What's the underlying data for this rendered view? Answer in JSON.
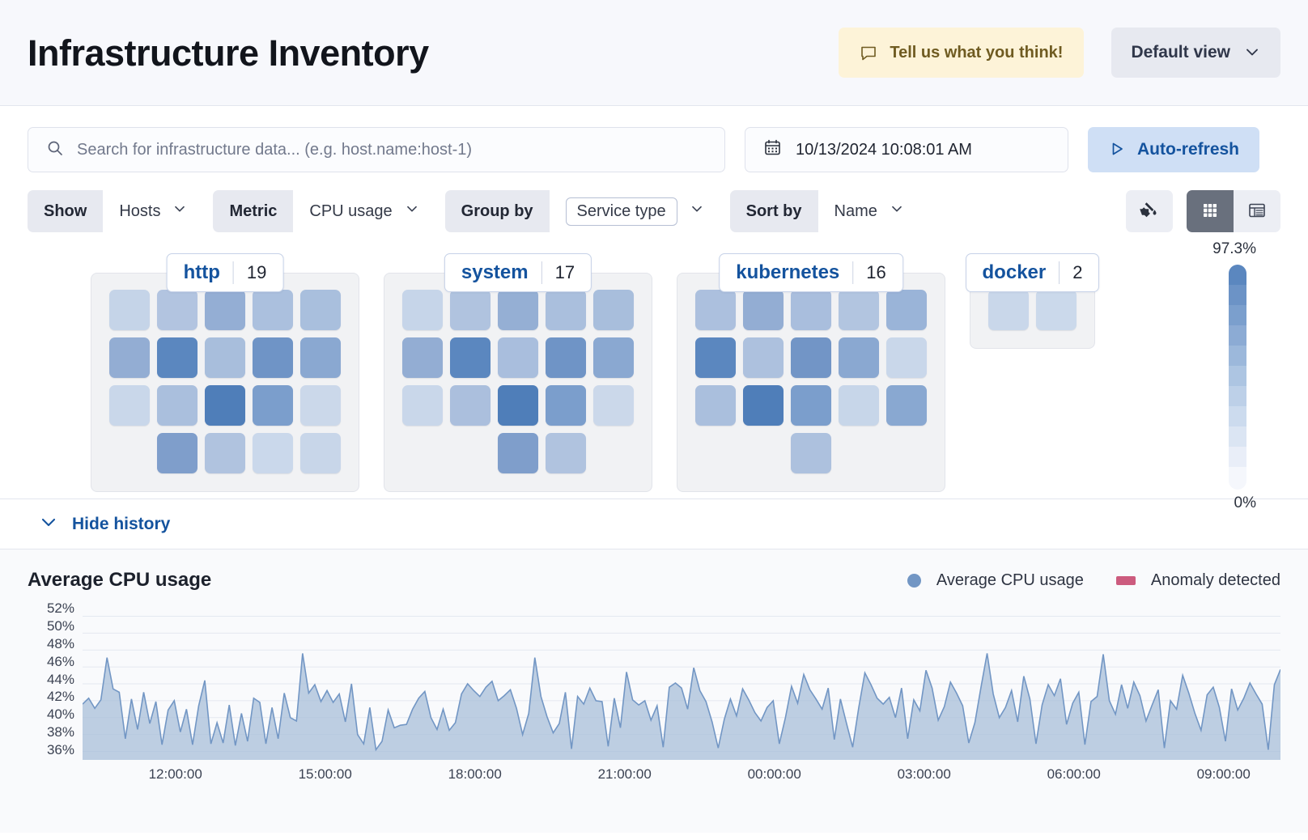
{
  "header": {
    "title": "Infrastructure Inventory",
    "feedback_label": "Tell us what you think!",
    "feedback_icon": "chat-icon",
    "view_label": "Default view",
    "view_icon": "chevron-down-icon",
    "feedback_bg": "#fdf3d8",
    "feedback_fg": "#6f5b21"
  },
  "search": {
    "placeholder": "Search for infrastructure data... (e.g. host.name:host-1)",
    "value": "",
    "icon": "search-icon"
  },
  "datepicker": {
    "value": "10/13/2024 10:08:01 AM",
    "icon": "calendar-icon"
  },
  "autorefresh": {
    "label": "Auto-refresh",
    "icon": "play-icon",
    "bg": "#cfdff5",
    "fg": "#14539e"
  },
  "filters": [
    {
      "label": "Show",
      "value": "Hosts",
      "boxed": false
    },
    {
      "label": "Metric",
      "value": "CPU usage",
      "boxed": false
    },
    {
      "label": "Group by",
      "value": "Service type",
      "boxed": true
    },
    {
      "label": "Sort by",
      "value": "Name",
      "boxed": false
    }
  ],
  "toolbar": {
    "palette_icon": "paint-bucket-icon",
    "grid_view_icon": "grid-view-icon",
    "table_view_icon": "table-view-icon",
    "active_view": "grid"
  },
  "legend_scale": {
    "max": "97.3%",
    "min": "0%"
  },
  "groups": [
    {
      "name": "http",
      "count": "19",
      "rows": [
        [
          "#c5d4e8",
          "#b2c4e0",
          "#94aed4",
          "#abc0de",
          "#a9bfdd"
        ],
        [
          "#93add3",
          "#5b87bf",
          "#a8bedc",
          "#6f94c6",
          "#8aa8d1"
        ],
        [
          "#c9d7ea",
          "#aabfdd",
          "#4f7eb9",
          "#7b9ecc",
          "#cbd8ea"
        ],
        [
          "__none__",
          "#7f9ecb",
          "#b0c3df",
          "#cad8eb",
          "#c8d6e9"
        ]
      ]
    },
    {
      "name": "system",
      "count": "17",
      "rows": [
        [
          "#c6d5e9",
          "#b0c3df",
          "#95afd4",
          "#aabfdd",
          "#a8bedc"
        ],
        [
          "#93add3",
          "#5b87bf",
          "#a9bedd",
          "#6f94c6",
          "#8aa8d1"
        ],
        [
          "#c9d7ea",
          "#abbfdd",
          "#4f7eb9",
          "#7b9ecc",
          "#cbd8ea"
        ],
        [
          "__none__",
          "__none__",
          "#7f9ecb",
          "#b0c3df",
          "__none__"
        ]
      ]
    },
    {
      "name": "kubernetes",
      "count": "16",
      "rows": [
        [
          "#acc0de",
          "#93add3",
          "#a9bedd",
          "#b2c5e0",
          "#9ab4d8"
        ],
        [
          "#5b87bf",
          "#adc1de",
          "#7295c6",
          "#8aa8d1",
          "#c9d7ea"
        ],
        [
          "#aabfdd",
          "#4f7eb9",
          "#7b9ecc",
          "#c7d6e9",
          "#89a8d1"
        ],
        [
          "__none__",
          "__none__",
          "#adc1de",
          "__none__",
          "__none__"
        ]
      ]
    },
    {
      "name": "docker",
      "count": "2",
      "rows": [
        [
          "#c9d7ea",
          "#cbd9eb"
        ]
      ]
    }
  ],
  "history": {
    "toggle_label": "Hide history",
    "toggle_icon": "chevron-down-icon"
  },
  "chart_data": {
    "type": "area",
    "title": "Average CPU usage",
    "xlabel": "",
    "ylabel": "",
    "ylim": [
      35,
      53
    ],
    "yticks": [
      "36%",
      "38%",
      "40%",
      "42%",
      "44%",
      "46%",
      "48%",
      "50%",
      "52%"
    ],
    "xticks": [
      "12:00:00",
      "15:00:00",
      "18:00:00",
      "21:00:00",
      "00:00:00",
      "03:00:00",
      "06:00:00",
      "09:00:00"
    ],
    "grid": true,
    "legend_position": "top-right",
    "series": [
      {
        "name": "Average CPU usage",
        "color": "#7296c4",
        "fill": "#a8bfda",
        "values": [
          41.6,
          42.3,
          41.1,
          42.1,
          47.1,
          43.4,
          43.0,
          37.5,
          42.2,
          38.6,
          43.0,
          39.3,
          41.9,
          36.8,
          40.9,
          42.0,
          38.3,
          41.0,
          36.8,
          41.4,
          44.4,
          36.9,
          39.4,
          37.0,
          41.5,
          36.7,
          40.5,
          37.2,
          42.3,
          41.8,
          36.9,
          41.2,
          37.5,
          42.9,
          40.0,
          39.6,
          47.6,
          42.9,
          43.9,
          41.9,
          43.2,
          41.8,
          42.8,
          39.5,
          44.0,
          38.0,
          36.9,
          41.2,
          36.2,
          37.2,
          40.9,
          38.8,
          39.1,
          39.2,
          41.0,
          42.3,
          43.1,
          40.0,
          38.6,
          41.0,
          38.5,
          39.4,
          42.8,
          44.0,
          43.2,
          42.5,
          43.6,
          44.3,
          42.0,
          42.6,
          43.3,
          41.1,
          38.0,
          40.5,
          47.1,
          42.5,
          40.1,
          38.2,
          39.3,
          43.0,
          36.3,
          42.5,
          41.6,
          43.5,
          42.0,
          41.9,
          36.6,
          42.3,
          38.8,
          45.4,
          42.1,
          41.5,
          42.0,
          39.7,
          41.4,
          36.5,
          43.6,
          44.1,
          43.5,
          41.0,
          45.9,
          43.2,
          41.9,
          39.5,
          36.4,
          39.8,
          42.2,
          40.2,
          43.4,
          42.1,
          40.6,
          39.6,
          41.2,
          42.0,
          36.9,
          40.0,
          43.7,
          41.7,
          45.1,
          43.3,
          42.2,
          41.0,
          43.5,
          37.4,
          42.2,
          39.3,
          36.5,
          41.2,
          45.3,
          43.9,
          42.3,
          41.6,
          42.4,
          40.0,
          43.5,
          37.5,
          42.1,
          40.8,
          45.6,
          43.5,
          39.7,
          41.3,
          44.2,
          42.9,
          41.4,
          37.0,
          39.4,
          43.6,
          47.6,
          42.8,
          40.0,
          41.2,
          43.2,
          39.5,
          44.9,
          42.2,
          36.9,
          41.5,
          43.9,
          42.6,
          44.6,
          39.2,
          41.7,
          43.0,
          36.8,
          41.9,
          42.5,
          47.5,
          42.0,
          40.4,
          43.9,
          41.1,
          44.2,
          42.6,
          39.6,
          41.5,
          43.3,
          36.4,
          42.0,
          41.0,
          45.0,
          42.9,
          40.5,
          38.5,
          42.7,
          43.6,
          41.2,
          37.2,
          43.4,
          40.9,
          42.3,
          44.1,
          42.8,
          41.6,
          36.2,
          43.9,
          45.7
        ]
      },
      {
        "name": "Anomaly detected",
        "color": "#cc5b7e",
        "values": []
      }
    ]
  }
}
